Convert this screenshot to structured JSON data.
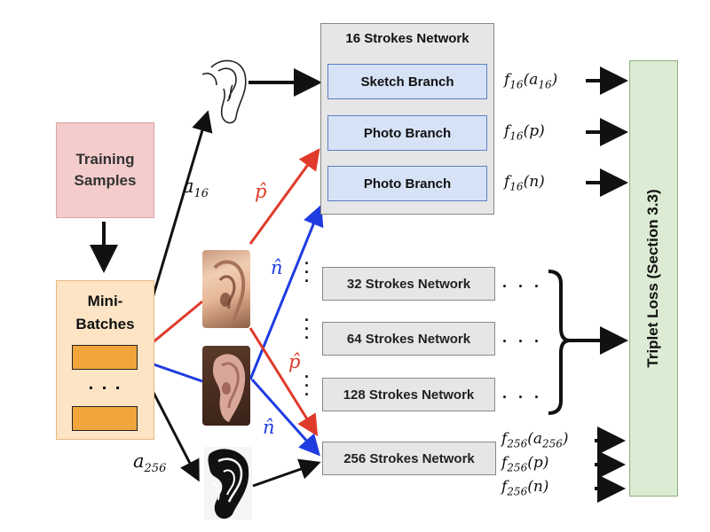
{
  "training": {
    "line1": "Training",
    "line2": "Samples"
  },
  "minibatch": {
    "line1": "Mini-",
    "line2": "Batches",
    "dots": ". . ."
  },
  "net16": {
    "title": "16 Strokes Network",
    "branches": [
      "Sketch Branch",
      "Photo Branch",
      "Photo Branch"
    ]
  },
  "networks": [
    "32 Strokes Network",
    "64 Strokes Network",
    "128 Strokes Network",
    "256 Strokes Network"
  ],
  "loss": "Triplet Loss (Section 3.3)",
  "features16": [
    {
      "f": "f",
      "sub": "16",
      "arg": "a",
      "argsub": "16"
    },
    {
      "f": "f",
      "sub": "16",
      "arg": "p",
      "argsub": ""
    },
    {
      "f": "f",
      "sub": "16",
      "arg": "n",
      "argsub": ""
    }
  ],
  "features256": [
    {
      "f": "f",
      "sub": "256",
      "arg": "a",
      "argsub": "256"
    },
    {
      "f": "f",
      "sub": "256",
      "arg": "p",
      "argsub": ""
    },
    {
      "f": "f",
      "sub": "256",
      "arg": "n",
      "argsub": ""
    }
  ],
  "labels": {
    "a16": "a",
    "a16sub": "16",
    "a256": "a",
    "a256sub": "256",
    "p_hat": "p̂",
    "n_hat": "n̂"
  },
  "dots": {
    "vertical": ". . .",
    "horizontal": ". . ."
  },
  "colors": {
    "red": "#e03a2a",
    "blue": "#1f3ce0",
    "black": "#111111"
  }
}
